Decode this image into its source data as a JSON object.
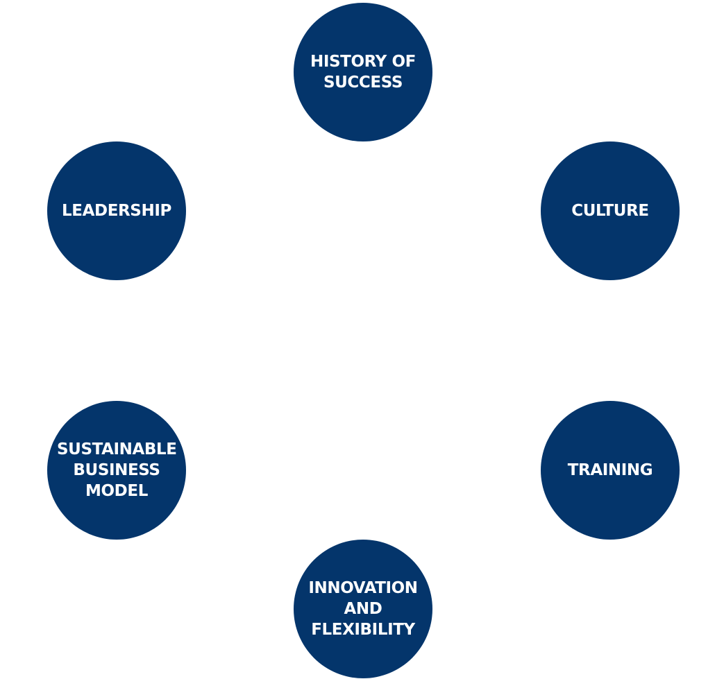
{
  "colors": {
    "circle_fill": "#04356b",
    "label_text": "#ffffff",
    "background": "#ffffff"
  },
  "nodes": [
    {
      "id": "history",
      "label": "HISTORY OF SUCCESS"
    },
    {
      "id": "culture",
      "label": "CULTURE"
    },
    {
      "id": "training",
      "label": "TRAINING"
    },
    {
      "id": "innovation",
      "label": "INNOVATION AND FLEXIBILITY"
    },
    {
      "id": "sustainable",
      "label": "SUSTAINABLE BUSINESS MODEL"
    },
    {
      "id": "leadership",
      "label": "LEADERSHIP"
    }
  ]
}
